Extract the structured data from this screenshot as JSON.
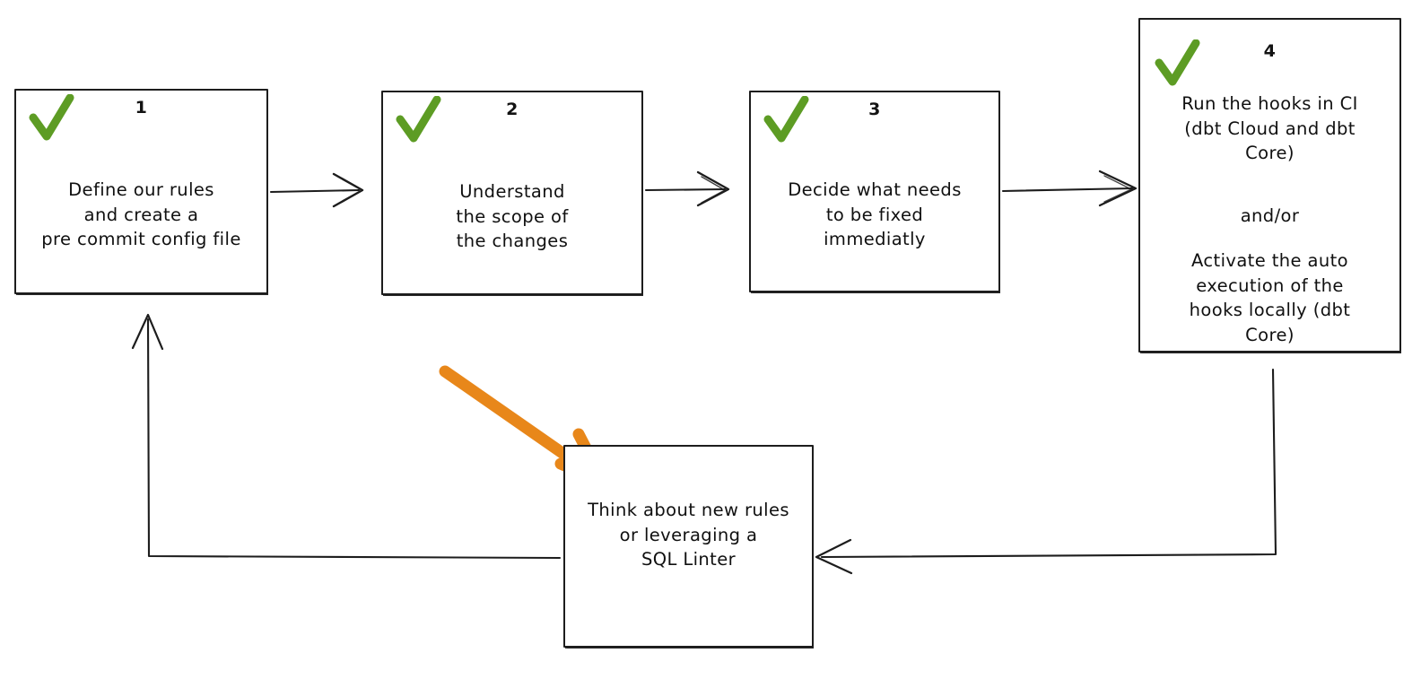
{
  "diagram": {
    "title": "dbt pre-commit hooks adoption workflow",
    "type": "flowchart",
    "style": "hand-drawn whiteboard sketch",
    "background_color": "#ffffff",
    "stroke_color": "#1d1d1d",
    "check_color": "#5d9c24",
    "highlight_color": "#e8871a"
  },
  "nodes": [
    {
      "id": "step-1",
      "number": "1",
      "checked": true,
      "check_icon": "green-check-icon",
      "text": "Define our rules\nand create a\npre commit config file"
    },
    {
      "id": "step-2",
      "number": "2",
      "checked": true,
      "check_icon": "green-check-icon",
      "text": "Understand\nthe scope of\nthe changes"
    },
    {
      "id": "step-3",
      "number": "3",
      "checked": true,
      "check_icon": "green-check-icon",
      "text": "Decide what needs\nto be fixed\nimmediatly"
    },
    {
      "id": "step-4",
      "number": "4",
      "checked": true,
      "check_icon": "green-check-icon",
      "text_a": "Run the hooks in CI\n(dbt Cloud and dbt\nCore)",
      "text_b": "and/or",
      "text_c": "Activate the auto\nexecution of the\nhooks locally (dbt\nCore)"
    },
    {
      "id": "loop-step",
      "number": "",
      "checked": false,
      "text": "Think about new rules\nor leveraging a\nSQL Linter"
    }
  ],
  "connectors": [
    {
      "id": "c1",
      "from": "step-1",
      "to": "step-2",
      "direction": "right"
    },
    {
      "id": "c2",
      "from": "step-2",
      "to": "step-3",
      "direction": "right"
    },
    {
      "id": "c3",
      "from": "step-3",
      "to": "step-4",
      "direction": "right"
    },
    {
      "id": "c4",
      "from": "step-4",
      "to": "loop-step",
      "direction": "down-then-left"
    },
    {
      "id": "c5",
      "from": "loop-step",
      "to": "step-1",
      "direction": "left-then-up"
    }
  ],
  "annotations": [
    {
      "id": "highlight-arrow",
      "icon": "orange-arrow-icon",
      "color": "#e8871a",
      "points_at": "loop-step"
    }
  ]
}
